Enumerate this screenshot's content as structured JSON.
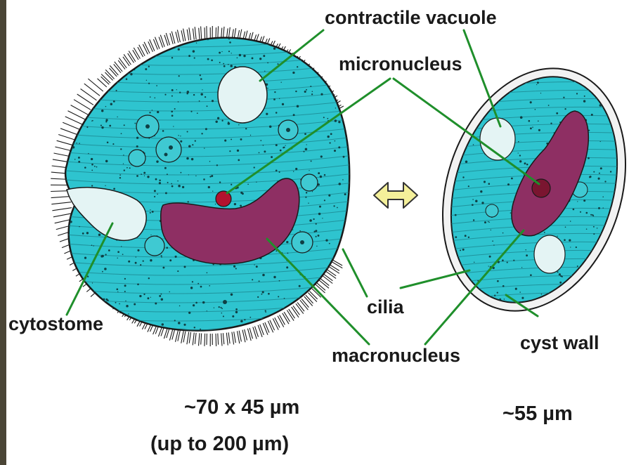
{
  "labels": {
    "contractile_vacuole": "contractile vacuole",
    "micronucleus": "micronucleus",
    "cytostome": "cytostome",
    "cilia": "cilia",
    "cyst_wall": "cyst wall",
    "macronucleus": "macronucleus"
  },
  "sizes": {
    "trophozoite": "~70 x 45 µm",
    "trophozoite_max": "(up to 200 µm)",
    "cyst": "~55 µm"
  },
  "colors": {
    "cytoplasm": "#2ec4cf",
    "macronucleus": "#8e2f63",
    "micronucleus": "#b3122e",
    "vacuole": "#e4f4f4",
    "leader_line": "#1f8f2b",
    "arrow_fill": "#f4f09a",
    "outline": "#1a1a1a"
  },
  "icons": {
    "transition_arrow": "double-arrow-icon"
  }
}
